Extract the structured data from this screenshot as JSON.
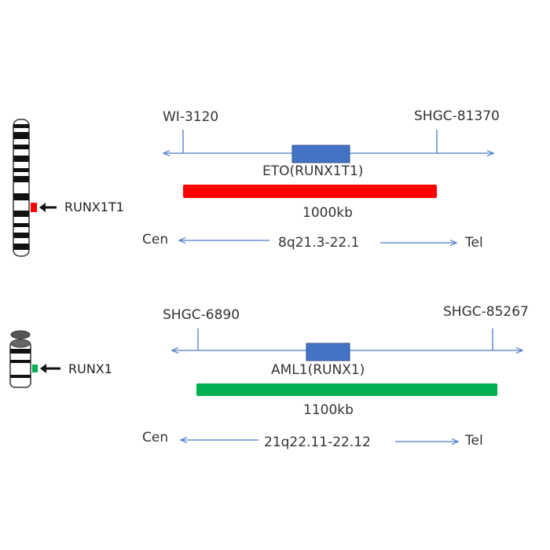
{
  "colors": {
    "line": "#4a7cc7",
    "gene_box": "#4472c4",
    "gene_box_border": "#2f528f",
    "probe_red": "#ff0000",
    "probe_green": "#00b050",
    "text": "#333333"
  },
  "panels": [
    {
      "chromosome": {
        "label": "RUNX1T1",
        "marker_color": "#ff0000",
        "type": "chromosome-8"
      },
      "left_marker": "WI-3120",
      "right_marker": "SHGC-81370",
      "gene": "ETO(RUNX1T1)",
      "probe_size": "1000kb",
      "probe_color": "#ff0000",
      "cen": "Cen",
      "band": "8q21.3-22.1",
      "tel": "Tel"
    },
    {
      "chromosome": {
        "label": "RUNX1",
        "marker_color": "#00b050",
        "type": "chromosome-21"
      },
      "left_marker": "SHGC-6890",
      "right_marker": "SHGC-85267",
      "gene": "AML1(RUNX1)",
      "probe_size": "1100kb",
      "probe_color": "#00b050",
      "cen": "Cen",
      "band": "21q22.11-22.12",
      "tel": "Tel"
    }
  ]
}
